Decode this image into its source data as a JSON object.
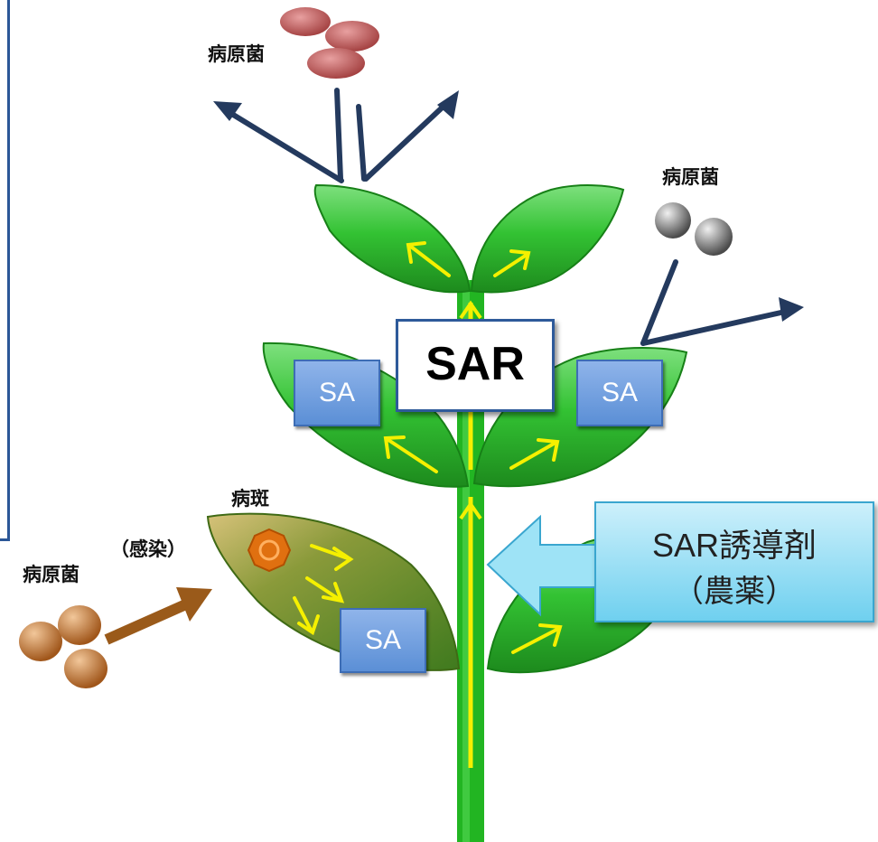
{
  "labels": {
    "pathogen_top": "病原菌",
    "pathogen_right": "病原菌",
    "pathogen_left": "病原菌",
    "infection": "（感染）",
    "lesion": "病斑",
    "sa_left": "SA",
    "sa_right": "SA",
    "sa_bottom": "SA",
    "sar": "SAR",
    "inducer_line1": "SAR誘導剤",
    "inducer_line2": "（農薬）"
  },
  "colors": {
    "leaf": "#33c233",
    "leaf_dark": "#1d8a1d",
    "infected_leaf": "#6b8a2a",
    "stem": "#22b522",
    "signal_arrow": "#f5f000",
    "defense_arrow": "#243a5e",
    "infection_arrow": "#9a5a1a",
    "pathogen_red": "#b24a4a",
    "pathogen_gray": "#6e6e6e",
    "pathogen_brown": "#b8682a",
    "lesion_spot": "#e07010",
    "sa_box": "#5b8fd6",
    "inducer_box": "#6fd0ef",
    "frame_line": "#2b5797"
  }
}
